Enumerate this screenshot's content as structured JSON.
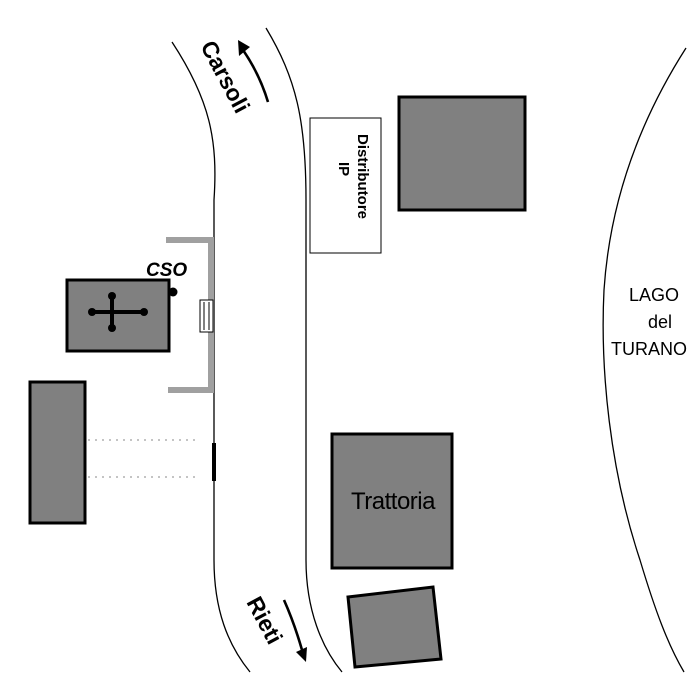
{
  "map": {
    "road_labels": {
      "north": "Carsoli",
      "south": "Rieti"
    },
    "places": {
      "fuel_station": {
        "line1": "Distributore",
        "line2": "IP"
      },
      "restaurant": "Trattoria",
      "cso": "CSO"
    },
    "lake": {
      "line1": "LAGO",
      "line2": "del",
      "line3": "TURANO"
    },
    "colors": {
      "building_fill": "#808080",
      "marker_gray": "#a0a0a0",
      "outline": "#000000",
      "background": "#ffffff"
    },
    "icons": [
      "cross-icon",
      "arrow-north-icon",
      "arrow-south-icon",
      "crosswalk-icon",
      "point-marker-icon"
    ]
  }
}
